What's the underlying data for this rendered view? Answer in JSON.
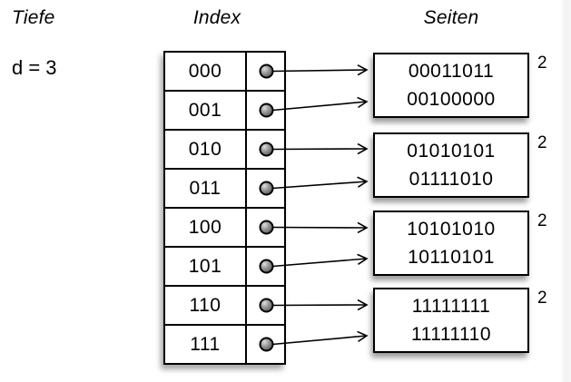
{
  "header": {
    "tiefe_label": "Tiefe",
    "index_label": "Index",
    "seiten_label": "Seiten",
    "global_depth": "d = 3"
  },
  "index": {
    "rows": [
      "000",
      "001",
      "010",
      "011",
      "100",
      "101",
      "110",
      "111"
    ]
  },
  "pages": [
    {
      "entries": [
        "00011011",
        "00100000"
      ],
      "local_depth": "2"
    },
    {
      "entries": [
        "01010101",
        "01111010"
      ],
      "local_depth": "2"
    },
    {
      "entries": [
        "10101010",
        "10110101"
      ],
      "local_depth": "2"
    },
    {
      "entries": [
        "11111111",
        "11111110"
      ],
      "local_depth": "2"
    }
  ],
  "colors": {
    "line": "#000000",
    "dot_fill_center": "#d9d9d9",
    "dot_fill_edge": "#5f5f5f",
    "background": "#ffffff"
  }
}
